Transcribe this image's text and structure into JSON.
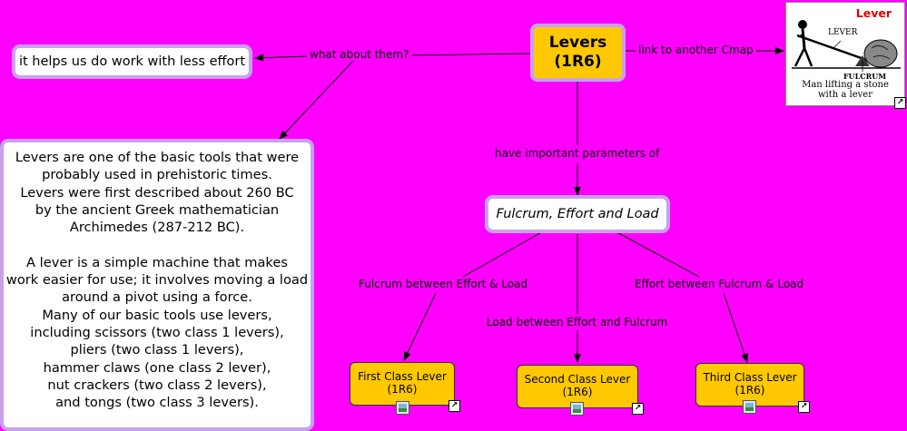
{
  "main_node": {
    "line1": "Levers",
    "line2": "(1R6)"
  },
  "node_effort_text": "it helps us do work with less effort",
  "node_description": {
    "lines": [
      "Levers are one of the basic tools that were",
      "probably used in prehistoric times.",
      "Levers were first described about 260 BC",
      "by the ancient Greek mathematician",
      "Archimedes (287-212 BC).",
      "",
      "A lever is a simple machine that makes",
      "work easier for use; it involves moving a load",
      "around a pivot using a force.",
      "Many of our basic tools use levers,",
      "including scissors (two class 1 levers),",
      "pliers (two class 1 levers),",
      "hammer claws (one class 2 lever),",
      "nut crackers (two class 2 levers),",
      "and tongs (two class 3 levers)."
    ]
  },
  "node_parameters": "Fulcrum, Effort and Load",
  "node_lever_image": {
    "title": "Lever",
    "label_lever": "LEVER",
    "label_fulcrum": "FULCRUM",
    "caption_line1": "Man lifting a stone",
    "caption_line2": "with a lever"
  },
  "class_nodes": [
    {
      "line1": "First Class Lever",
      "line2": "(1R6)"
    },
    {
      "line1": "Second Class Lever",
      "line2": "(1R6)"
    },
    {
      "line1": "Third Class Lever",
      "line2": "(1R6)"
    }
  ],
  "link_labels": {
    "what_about": "what about them?",
    "link_cmap": "link to another Cmap",
    "parameters": "have important parameters of",
    "fulcrum_between": "Fulcrum between Effort & Load",
    "load_between": "Load between Effort and Fulcrum",
    "effort_between": "Effort between Fulcrum & Load"
  },
  "colors": {
    "background": "#FF00FF",
    "node_yellow": "#FFC800",
    "node_border": "#C8A0F0",
    "title_red": "#E00000"
  },
  "icons": {
    "link_icon": "arrow-link-icon",
    "image_icon": "image-icon"
  }
}
